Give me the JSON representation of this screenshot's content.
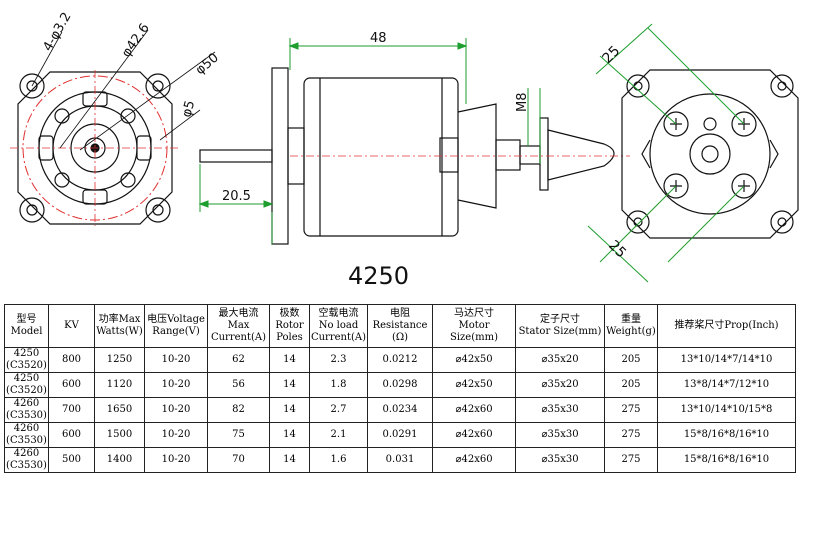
{
  "drawing": {
    "model_label": "4250",
    "dims": {
      "mount_holes": "4-φ3.2",
      "bolt_circle": "φ42.6",
      "outer_dia": "φ50",
      "shaft_dia": "φ5",
      "body_length": "48",
      "shaft_length": "20.5",
      "thread": "M8",
      "hole_spacing_a": "25",
      "hole_spacing_b": "25"
    },
    "colors": {
      "dimension": "#1e9e2e",
      "center_line": "#e03030",
      "outline": "#111111"
    }
  },
  "table": {
    "headers": [
      [
        "型号",
        "Model"
      ],
      [
        "KV"
      ],
      [
        "功率Max",
        "Watts(W)"
      ],
      [
        "电压Voltage",
        "Range(V)"
      ],
      [
        "最大电流",
        "Max",
        "Current(A)"
      ],
      [
        "极数",
        "Rotor",
        "Poles"
      ],
      [
        "空载电流",
        "No load",
        "Current(A)"
      ],
      [
        "电阻",
        "Resistance",
        "(Ω)"
      ],
      [
        "马达尺寸",
        "Motor Size(mm)"
      ],
      [
        "定子尺寸",
        "Stator Size(mm)"
      ],
      [
        "重量",
        "Weight(g)"
      ],
      [
        "推荐桨尺寸Prop(Inch)"
      ]
    ],
    "rows": [
      {
        "model": "4250",
        "sub": "(C3520)",
        "kv": "800",
        "watts": "1250",
        "voltage": "10-20",
        "current": "62",
        "poles": "14",
        "noload": "2.3",
        "resistance": "0.0212",
        "motor": "42x50",
        "stator": "35x20",
        "weight": "205",
        "prop": "13*10/14*7/14*10"
      },
      {
        "model": "4250",
        "sub": "(C3520)",
        "kv": "600",
        "watts": "1120",
        "voltage": "10-20",
        "current": "56",
        "poles": "14",
        "noload": "1.8",
        "resistance": "0.0298",
        "motor": "42x50",
        "stator": "35x20",
        "weight": "205",
        "prop": "13*8/14*7/12*10"
      },
      {
        "model": "4260",
        "sub": "(C3530)",
        "kv": "700",
        "watts": "1650",
        "voltage": "10-20",
        "current": "82",
        "poles": "14",
        "noload": "2.7",
        "resistance": "0.0234",
        "motor": "42x60",
        "stator": "35x30",
        "weight": "275",
        "prop": "13*10/14*10/15*8"
      },
      {
        "model": "4260",
        "sub": "(C3530)",
        "kv": "600",
        "watts": "1500",
        "voltage": "10-20",
        "current": "75",
        "poles": "14",
        "noload": "2.1",
        "resistance": "0.0291",
        "motor": "42x60",
        "stator": "35x30",
        "weight": "275",
        "prop": "15*8/16*8/16*10"
      },
      {
        "model": "4260",
        "sub": "(C3530)",
        "kv": "500",
        "watts": "1400",
        "voltage": "10-20",
        "current": "70",
        "poles": "14",
        "noload": "1.6",
        "resistance": "0.031",
        "motor": "42x60",
        "stator": "35x30",
        "weight": "275",
        "prop": "15*8/16*8/16*10"
      }
    ]
  }
}
